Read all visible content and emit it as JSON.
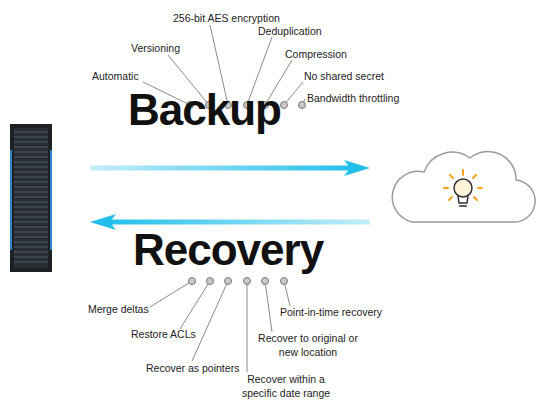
{
  "diagram": {
    "labels": [
      "Backup",
      "Automatic",
      "Versioning",
      "256-bit AES encryption",
      "Deduplication",
      "Compression",
      "No shared secret",
      "Bandwidth throttling",
      "Recovery",
      "Merge deltas",
      "Restore ACLs",
      "Recover as pointers",
      "Recover within a specific date range",
      "Recover to original or new location",
      "Point-in-time recovery"
    ]
  }
}
